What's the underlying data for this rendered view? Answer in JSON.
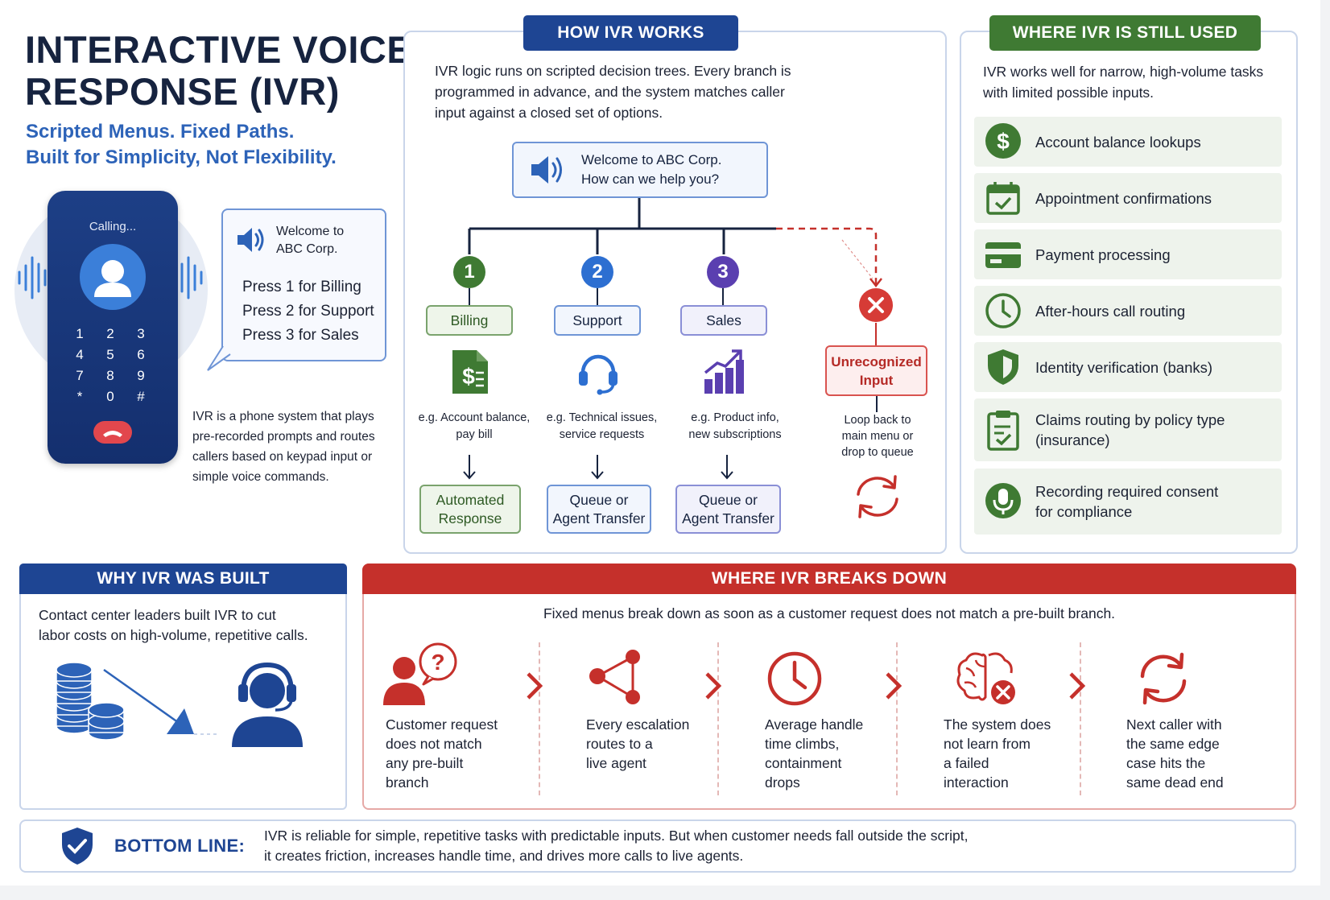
{
  "title": {
    "line1": "INTERACTIVE VOICE",
    "line2": "RESPONSE (IVR)",
    "subtitle1": "Scripted Menus. Fixed Paths.",
    "subtitle2": "Built for Simplicity, Not Flexibility."
  },
  "phone": {
    "calling": "Calling...",
    "keys": [
      "1",
      "2",
      "3",
      "4",
      "5",
      "6",
      "7",
      "8",
      "9",
      "*",
      "0",
      "#"
    ],
    "bubble_welcome1": "Welcome to",
    "bubble_welcome2": "ABC Corp.",
    "press1": "Press 1 for Billing",
    "press2": "Press 2 for Support",
    "press3": "Press 3 for Sales",
    "desc1": "IVR is a phone system that plays",
    "desc2": "pre-recorded prompts and routes",
    "desc3": "callers based on keypad input or",
    "desc4": "simple voice commands."
  },
  "how": {
    "header": "HOW IVR WORKS",
    "para1": "IVR logic runs on scripted decision trees. Every branch is",
    "para2": "programmed in advance, and the system matches caller",
    "para3": "input against a closed set of options.",
    "root1": "Welcome to ABC Corp.",
    "root2": "How can we help you?",
    "branches": [
      {
        "num": "1",
        "label": "Billing",
        "eg1": "e.g. Account balance,",
        "eg2": "pay bill",
        "out1": "Automated",
        "out2": "Response",
        "color": "#3f7a33"
      },
      {
        "num": "2",
        "label": "Support",
        "eg1": "e.g. Technical issues,",
        "eg2": "service requests",
        "out1": "Queue or",
        "out2": "Agent Transfer",
        "color": "#2d6fd1"
      },
      {
        "num": "3",
        "label": "Sales",
        "eg1": "e.g. Product info,",
        "eg2": "new subscriptions",
        "out1": "Queue or",
        "out2": "Agent Transfer",
        "color": "#5a3fb0"
      }
    ],
    "unrec1": "Unrecognized",
    "unrec2": "Input",
    "loop1": "Loop back to",
    "loop2": "main menu or",
    "loop3": "drop to queue"
  },
  "where_used": {
    "header": "WHERE IVR IS STILL USED",
    "para1": "IVR works well for narrow, high-volume tasks",
    "para2": "with limited possible inputs.",
    "items": [
      {
        "label": "Account balance lookups",
        "icon": "dollar-icon"
      },
      {
        "label": "Appointment confirmations",
        "icon": "calendar-check-icon"
      },
      {
        "label": "Payment processing",
        "icon": "credit-card-icon"
      },
      {
        "label": "After-hours call routing",
        "icon": "clock-icon"
      },
      {
        "label": "Identity verification (banks)",
        "icon": "shield-icon"
      },
      {
        "label": "Claims routing by policy type",
        "label2": "(insurance)",
        "icon": "clipboard-icon"
      },
      {
        "label": "Recording required consent",
        "label2": "for compliance",
        "icon": "microphone-icon"
      }
    ]
  },
  "why": {
    "header": "WHY IVR WAS BUILT",
    "para1": "Contact center leaders built IVR to cut",
    "para2": "labor costs on high-volume, repetitive calls."
  },
  "breaks": {
    "header": "WHERE IVR BREAKS DOWN",
    "intro": "Fixed menus break down as soon as a customer request does not match a pre-built branch.",
    "steps": [
      {
        "l1": "Customer request",
        "l2": "does not match",
        "l3": "any pre-built",
        "l4": "branch",
        "icon": "person-question-icon"
      },
      {
        "l1": "Every escalation",
        "l2": "routes to a",
        "l3": "live agent",
        "l4": "",
        "icon": "share-nodes-icon"
      },
      {
        "l1": "Average handle",
        "l2": "time climbs,",
        "l3": "containment",
        "l4": "drops",
        "icon": "clock-icon"
      },
      {
        "l1": "The system does",
        "l2": "not learn from",
        "l3": "a failed",
        "l4": "interaction",
        "icon": "brain-x-icon"
      },
      {
        "l1": "Next caller with",
        "l2": "the same edge",
        "l3": "case hits the",
        "l4": "same dead end",
        "icon": "refresh-icon"
      }
    ]
  },
  "bottom": {
    "label": "BOTTOM LINE:",
    "line1": "IVR is reliable for simple, repetitive tasks with predictable inputs. But when customer needs fall outside the script,",
    "line2": "it creates friction, increases handle time, and drives more calls to live agents."
  }
}
